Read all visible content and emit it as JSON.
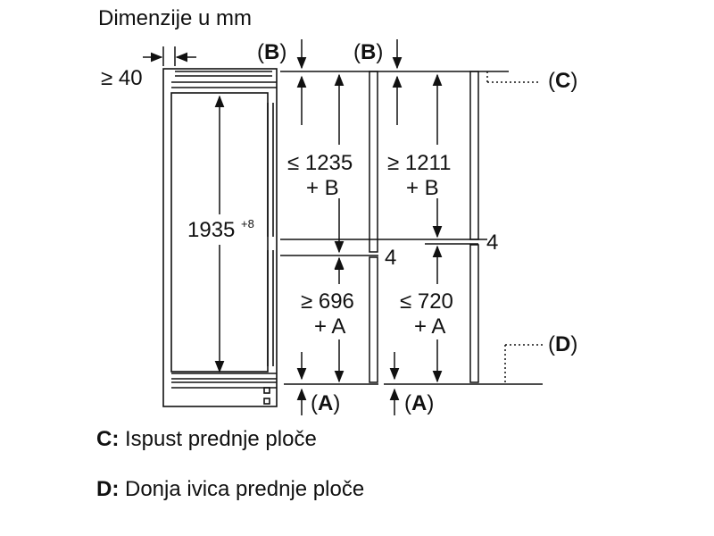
{
  "title": "Dimenzije u mm",
  "labels": {
    "min_top_gap": "≥ 40",
    "b_left": "B",
    "b_right": "B",
    "c": "C",
    "d": "D",
    "a_left": "A",
    "a_right": "A",
    "appliance_height": "1935",
    "appliance_height_tolerance": "+8",
    "upper_left_line1": "≤ 1235",
    "upper_left_line2": "+ B",
    "upper_right_line1": "≥ 1211",
    "upper_right_line2": "+ B",
    "lower_left_line1": "≥ 696",
    "lower_left_line2": "+ A",
    "lower_right_line1": "≤ 720",
    "lower_right_line2": "+ A",
    "gap_left": "4",
    "gap_right": "4"
  },
  "legend": [
    {
      "key": "C:",
      "text": "Ispust prednje ploče"
    },
    {
      "key": "D:",
      "text": "Donja ivica prednje ploče"
    }
  ]
}
